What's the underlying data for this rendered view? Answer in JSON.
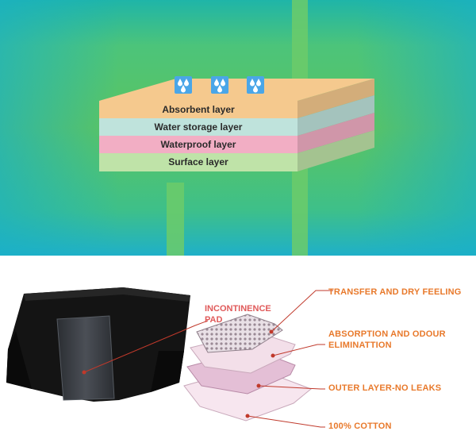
{
  "layers": [
    {
      "label": "Absorbent layer",
      "color": "#f5c98e"
    },
    {
      "label": "Water storage layer",
      "color": "#bfe3dc"
    },
    {
      "label": "Waterproof layer",
      "color": "#f2aec4"
    },
    {
      "label": "Surface layer",
      "color": "#bfe3a8"
    }
  ],
  "water_drops_icon": "water-drop-icon",
  "pad_label": {
    "line1": "INCONTINENCE",
    "line2": "PAD"
  },
  "callouts": [
    {
      "line1": "TRANSFER AND DRY FEELING",
      "line2": ""
    },
    {
      "line1": "ABSORPTION AND ODOUR",
      "line2": "ELIMINATTION"
    },
    {
      "line1": "OUTER LAYER-NO LEAKS",
      "line2": ""
    },
    {
      "line1": "100% COTTON",
      "line2": ""
    }
  ],
  "colors": {
    "callout_text": "#e8792b",
    "pad_text": "#e05a5a",
    "leader_line": "#c0392b"
  }
}
